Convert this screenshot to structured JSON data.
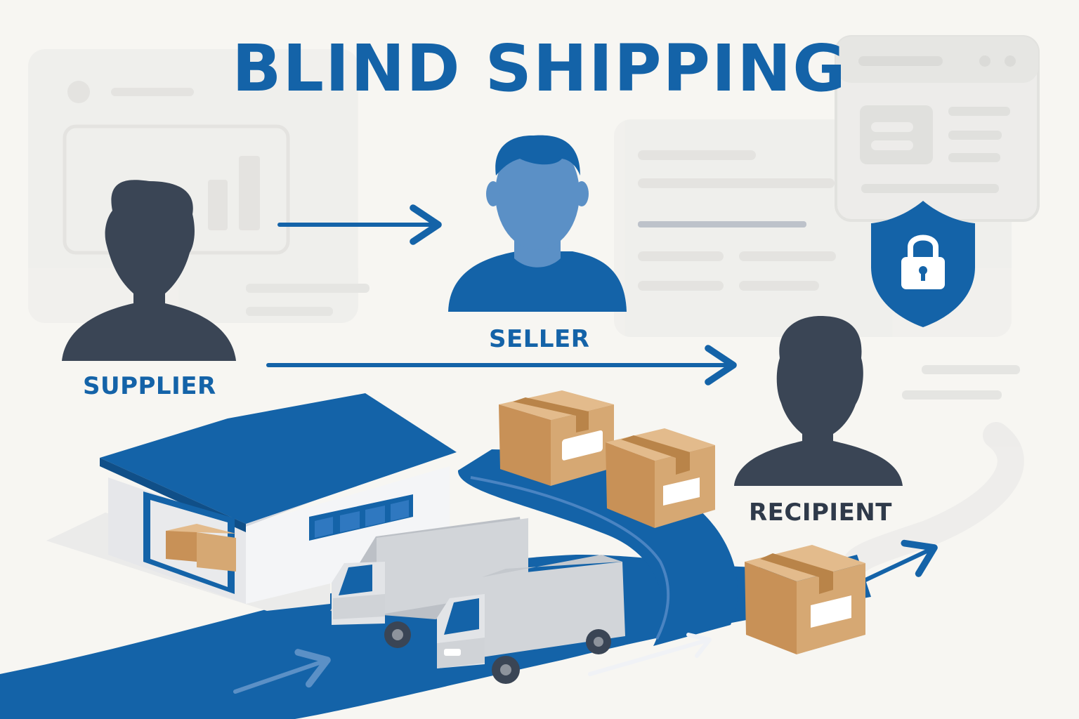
{
  "title": "BLIND SHIPPING",
  "roles": {
    "supplier": "SUPPLIER",
    "seller": "SELLER",
    "recipient": "RECIPIENT"
  },
  "colors": {
    "brand_blue": "#1463a8",
    "seller_face": "#5b90c6",
    "silhouette_dark": "#3a4555",
    "box_tan": "#d6a873",
    "background": "#f7f6f2",
    "ghost_ui": "#e6e6e4"
  },
  "icons": [
    "person-icon",
    "shield-lock-icon",
    "warehouse-icon",
    "truck-icon",
    "package-icon",
    "arrow-icon"
  ]
}
